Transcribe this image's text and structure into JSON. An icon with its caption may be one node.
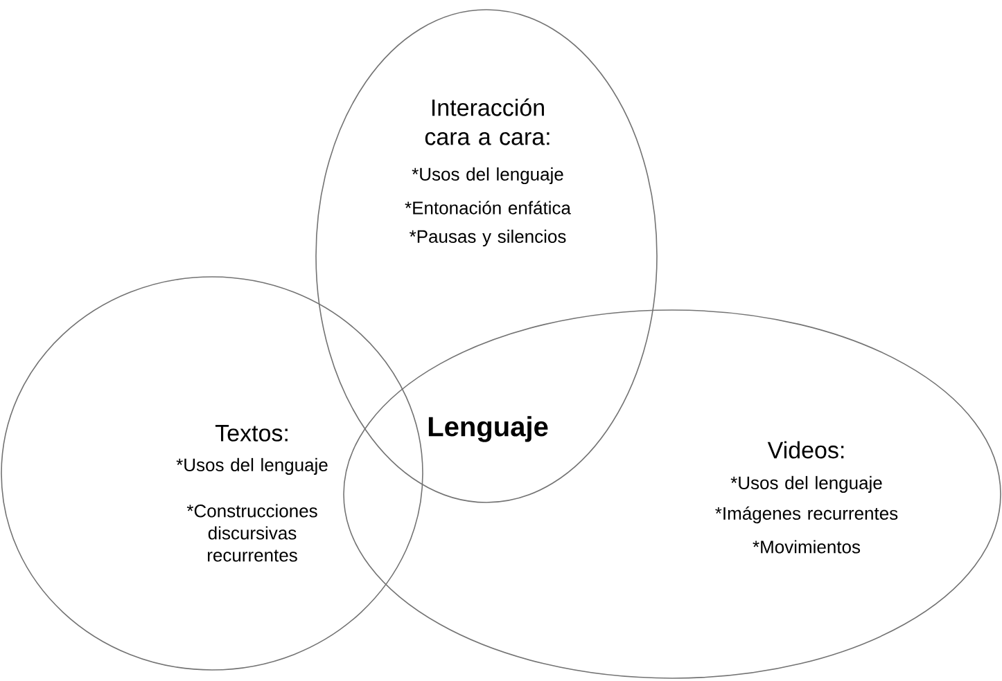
{
  "diagram": {
    "nodes": [
      {
        "text": [
          "Interacción cara a cara:",
          "*Usos del lenguaje",
          "*Entonación enfática",
          "*Pausas y silencios"
        ]
      },
      {
        "text": [
          "Textos:",
          "*Usos del lenguaje",
          "*Construcciones discursivas recurrentes"
        ]
      },
      {
        "text": [
          "Videos:",
          "*Usos del lenguaje",
          "*Imágenes recurrentes",
          "*Movimientos"
        ]
      }
    ],
    "edges": [],
    "labels": [
      "Lenguaje"
    ]
  }
}
